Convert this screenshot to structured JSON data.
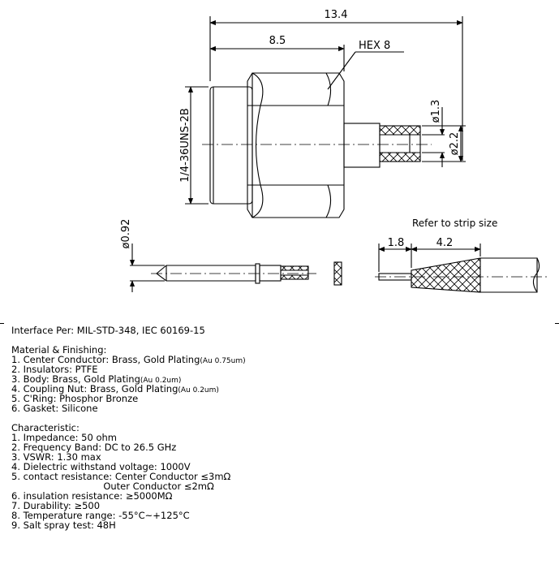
{
  "drawing": {
    "dim_overall": "13.4",
    "dim_body": "8.5",
    "hex": "HEX 8",
    "thread": "1/4-36UNS-2B",
    "dia_pin": "ø1.3",
    "dia_bore": "ø2.2",
    "dia_contact": "ø0.92",
    "strip_note": "Refer to strip size",
    "strip_a": "1.8",
    "strip_b": "4.2"
  },
  "spec": {
    "interface": "Interface Per: MIL-STD-348, IEC 60169-15",
    "material_title": "Material & Finishing:",
    "materials": [
      {
        "main": "1. Center Conductor: Brass, Gold Plating",
        "small": "(Au 0.75um)"
      },
      {
        "main": "2. Insulators: PTFE",
        "small": ""
      },
      {
        "main": "3. Body: Brass, Gold Plating",
        "small": "(Au 0.2um)"
      },
      {
        "main": "4. Coupling Nut: Brass, Gold Plating",
        "small": "(Au 0.2um)"
      },
      {
        "main": "5. C'Ring: Phosphor Bronze",
        "small": ""
      },
      {
        "main": "6. Gasket: Silicone",
        "small": ""
      }
    ],
    "char_title": "Characteristic:",
    "chars": [
      "1. Impedance: 50 ohm",
      "2. Frequency Band: DC to 26.5 GHz",
      "3. VSWR: 1.30 max",
      "4. Dielectric withstand voltage: 1000V",
      "5. contact resistance: Center Conductor ≤3mΩ",
      "                               Outer Conductor ≤2mΩ",
      "6. insulation resistance: ≥5000MΩ",
      "7. Durability: ≥500",
      "8. Temperature range: -55°C~+125°C",
      "9. Salt spray test: 48H"
    ]
  }
}
